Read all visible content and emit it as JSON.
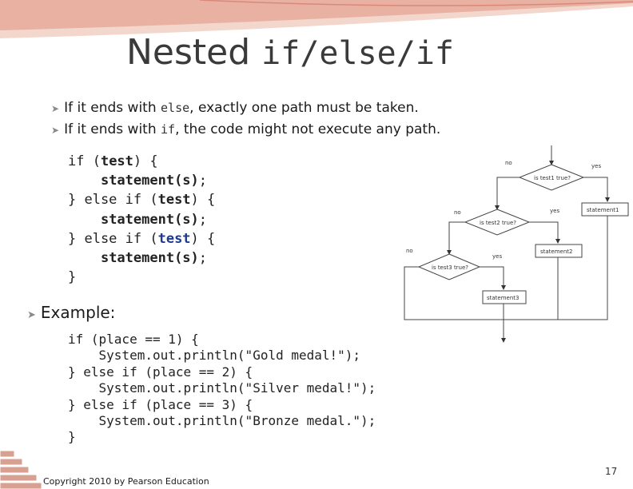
{
  "title": {
    "text": "Nested",
    "code": "if/else/if"
  },
  "bullets": [
    {
      "pre": "If it ends with ",
      "code": "else",
      "post": ", exactly one path must be taken."
    },
    {
      "pre": "If it ends with ",
      "code": "if",
      "post": ", the code might not execute any path."
    }
  ],
  "syntax": {
    "if_open": "if (",
    "test": "test",
    "close_brace": ") {",
    "statement": "statement(s)",
    "semicolon": ";",
    "else_if_open": "} else if (",
    "end": "}"
  },
  "example": {
    "label": "Example:",
    "code": "if (place == 1) {\n    System.out.println(\"Gold medal!\");\n} else if (place == 2) {\n    System.out.println(\"Silver medal!\");\n} else if (place == 3) {\n    System.out.println(\"Bronze medal.\");\n}"
  },
  "flowchart": {
    "labels": {
      "no": "no",
      "yes": "yes",
      "test1": "is test1 true?",
      "test2": "is test2 true?",
      "test3": "is test3 true?",
      "statement1": "statement1",
      "statement2": "statement2",
      "statement3": "statement3"
    }
  },
  "footer": {
    "copyright": "Copyright 2010 by Pearson Education",
    "page_number": "17"
  },
  "colors": {
    "banner": "#e8b1a2",
    "keyword_highlight": "#1f3a8f",
    "brick": "#d8a090"
  }
}
